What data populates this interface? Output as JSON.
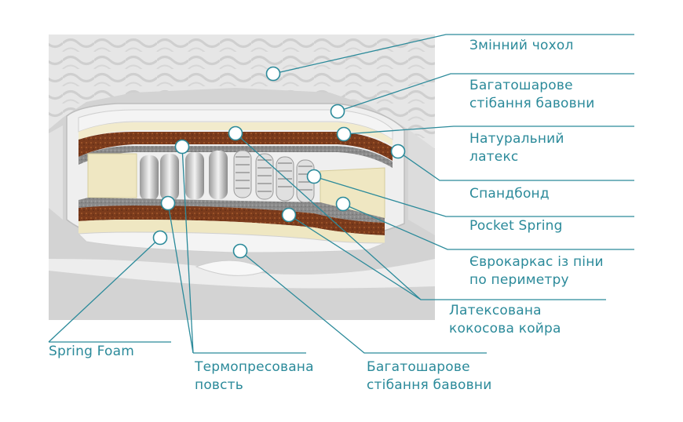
{
  "colors": {
    "accent": "#2b8a9a",
    "quilt": "#e4e4e4",
    "coir": "#7a3a1c",
    "latex": "#efe7c2",
    "spring": "#d9d9d9",
    "backdrop": "#d2d2d2"
  },
  "labels": {
    "cover": "Змінний чохол",
    "quilting_top_1": "Багатошарове",
    "quilting_top_2": "стібання бавовни",
    "latex_1": "Натуральний",
    "latex_2": "латекс",
    "spunbond": "Спандбонд",
    "pocket_spring": "Pocket Spring",
    "euroframe_1": "Єврокаркас із піни",
    "euroframe_2": "по периметру",
    "coir_1": "Латексована",
    "coir_2": "кокосова койра",
    "spring_foam": "Spring Foam",
    "felt_1": "Термопресована",
    "felt_2": "повсть",
    "quilting_bottom_1": "Багатошарове",
    "quilting_bottom_2": "стібання бавовни"
  }
}
